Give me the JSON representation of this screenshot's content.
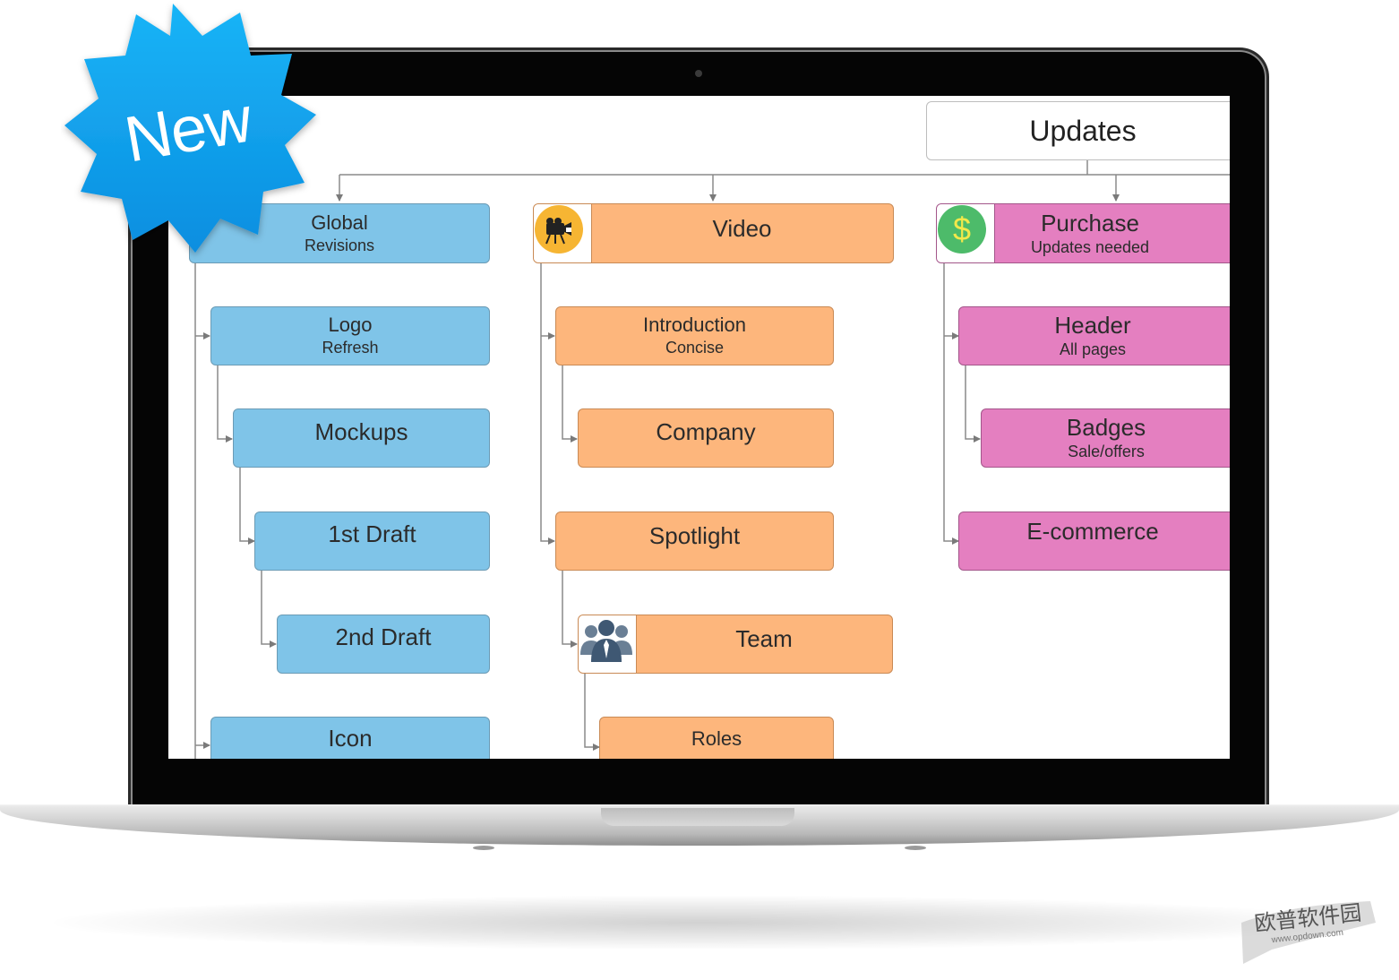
{
  "badge": {
    "label": "New",
    "color": "#1ea8f0"
  },
  "diagram": {
    "root": {
      "label": "Updates"
    },
    "branches": [
      {
        "color": "#7fc4e8",
        "head": {
          "title": "Global",
          "subtitle": "Revisions"
        },
        "children": [
          {
            "title": "Logo",
            "subtitle": "Refresh"
          },
          {
            "title": "Mockups",
            "subtitle": ""
          },
          {
            "title": "1st Draft",
            "subtitle": ""
          },
          {
            "title": "2nd Draft",
            "subtitle": ""
          },
          {
            "title": "Icon",
            "subtitle": ""
          }
        ]
      },
      {
        "color": "#fdb67c",
        "head": {
          "title": "Video",
          "subtitle": "",
          "icon": "video-camera-icon"
        },
        "children": [
          {
            "title": "Introduction",
            "subtitle": "Concise"
          },
          {
            "title": "Company",
            "subtitle": ""
          },
          {
            "title": "Spotlight",
            "subtitle": ""
          },
          {
            "title": "Team",
            "subtitle": "",
            "icon": "team-people-icon"
          },
          {
            "title": "Roles",
            "subtitle": ""
          }
        ]
      },
      {
        "color": "#e47fc0",
        "head": {
          "title": "Purchase",
          "subtitle": "Updates needed",
          "icon": "dollar-icon"
        },
        "children": [
          {
            "title": "Header",
            "subtitle": "All pages"
          },
          {
            "title": "Badges",
            "subtitle": "Sale/offers"
          },
          {
            "title": "E-commerce",
            "subtitle": ""
          }
        ]
      }
    ]
  },
  "watermark": {
    "text": "欧普软件园",
    "url": "www.opdown.com"
  }
}
